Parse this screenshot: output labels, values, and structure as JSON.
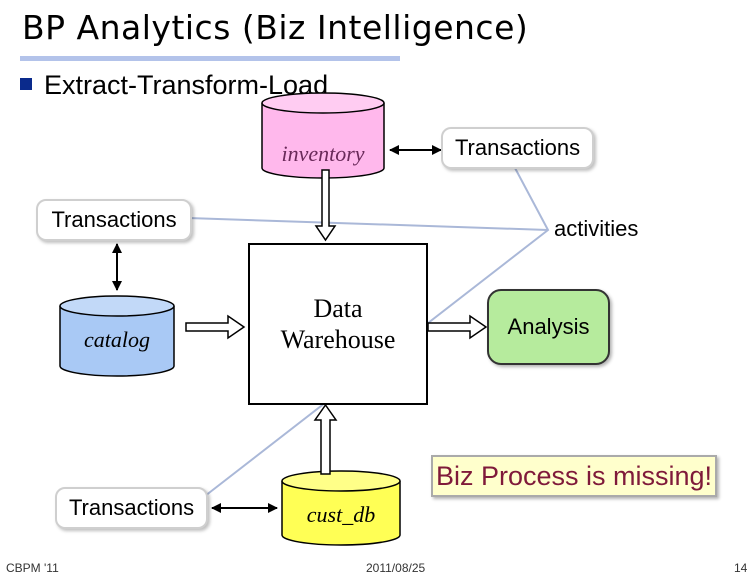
{
  "slide": {
    "title": "BP Analytics (Biz Intelligence)",
    "bullet": "Extract-Transform-Load"
  },
  "diagram": {
    "inventory_db": "inventory",
    "catalog_db": "catalog",
    "cust_db": "cust_db",
    "transactions_top_right": "Transactions",
    "transactions_left": "Transactions",
    "transactions_bottom": "Transactions",
    "activities_label": "activities",
    "data_warehouse_line1": "Data",
    "data_warehouse_line2": "Warehouse",
    "analysis": "Analysis",
    "callout": "Biz Process is missing!",
    "colors": {
      "inventory": "#ffb8ec",
      "catalog": "#a9c9f5",
      "cust_db": "#ffff55",
      "analysis": "#b6eb9d",
      "callout_bg": "#ffffcc",
      "callout_text": "#7f1a3a",
      "connector_lines": "#aab8d8"
    }
  },
  "footer": {
    "left": "CBPM '11",
    "center": "2011/08/25",
    "page": "14"
  }
}
